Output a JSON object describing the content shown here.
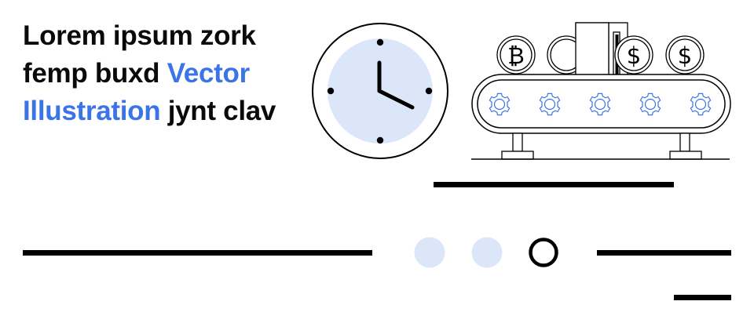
{
  "headline": {
    "part1": "Lorem ipsum zork femp buxd ",
    "accent": "Vector Illustration",
    "part2": " jynt clav"
  },
  "colors": {
    "text": "#0a0a0a",
    "accent": "#3b74e6",
    "accent_light": "#dbe6f9",
    "line": "#000000"
  },
  "illustration": {
    "clock": {
      "icon": "clock-icon",
      "time_shown": "4:00"
    },
    "conveyor": {
      "icon": "conveyor-belt-icon",
      "gear_count": 5,
      "items": [
        "bitcoin-coin",
        "blank-coin",
        "box",
        "dollar-coin",
        "dollar-coin"
      ],
      "bitcoin_symbol": "₿",
      "dollar_symbol": "$"
    }
  },
  "pagination": {
    "dots": [
      {
        "state": "filled-light"
      },
      {
        "state": "filled-light"
      },
      {
        "state": "ring-active"
      }
    ]
  }
}
